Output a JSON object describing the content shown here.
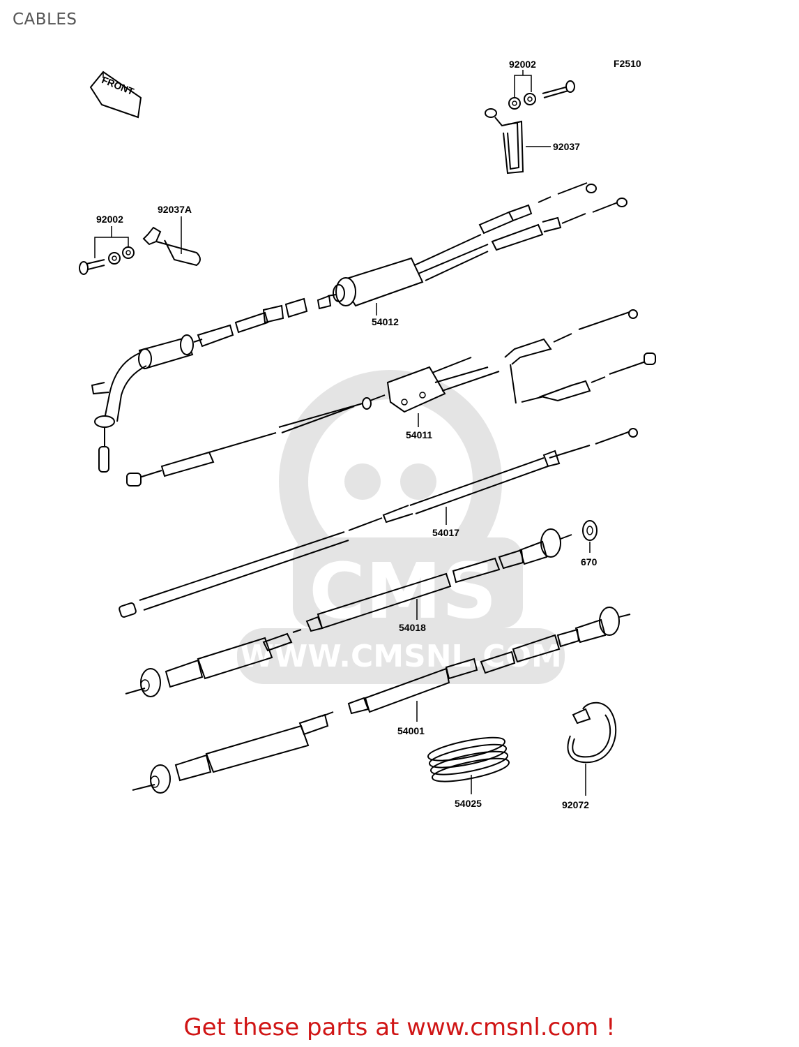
{
  "page": {
    "title": "CABLES",
    "footer": "Get these parts at www.cmsnl.com !"
  },
  "diagram": {
    "figure_code": "F2510",
    "front_label": "FRONT",
    "watermark": {
      "brand": "CMS",
      "url": "WWW.CMSNL.COM"
    },
    "parts": {
      "p92002_top": "92002",
      "p92037": "92037",
      "p92002_left": "92002",
      "p92037A": "92037A",
      "p54012": "54012",
      "p54011": "54011",
      "p54017": "54017",
      "p670": "670",
      "p54018": "54018",
      "p54001": "54001",
      "p54025": "54025",
      "p92072": "92072"
    }
  },
  "colors": {
    "footer": "#d01515",
    "title": "#555555",
    "watermark": "#e4e4e4"
  }
}
